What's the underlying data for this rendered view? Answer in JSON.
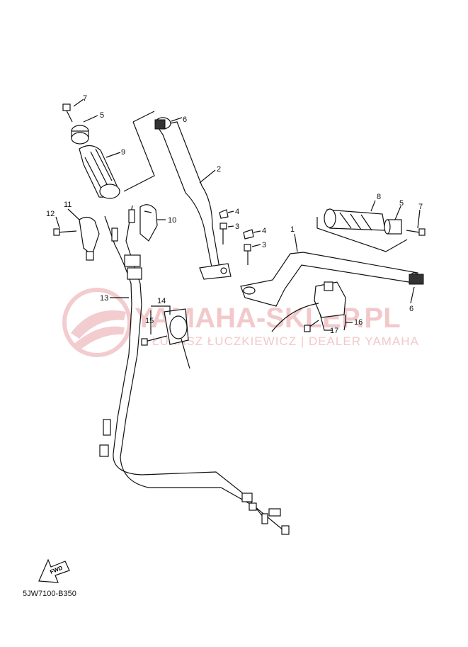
{
  "watermark": {
    "brand": "YAMAHA-SKLEP.PL",
    "dealer": "ŁUKASZ ŁUCZKIEWICZ | DEALER YAMAHA"
  },
  "fwd_label": "FWD",
  "diagram_code": "5JW7100-B350",
  "callouts": [
    "1",
    "2",
    "3",
    "3",
    "4",
    "4",
    "5",
    "5",
    "6",
    "6",
    "7",
    "7",
    "8",
    "9",
    "10",
    "11",
    "12",
    "13",
    "14",
    "15",
    "16",
    "17"
  ]
}
